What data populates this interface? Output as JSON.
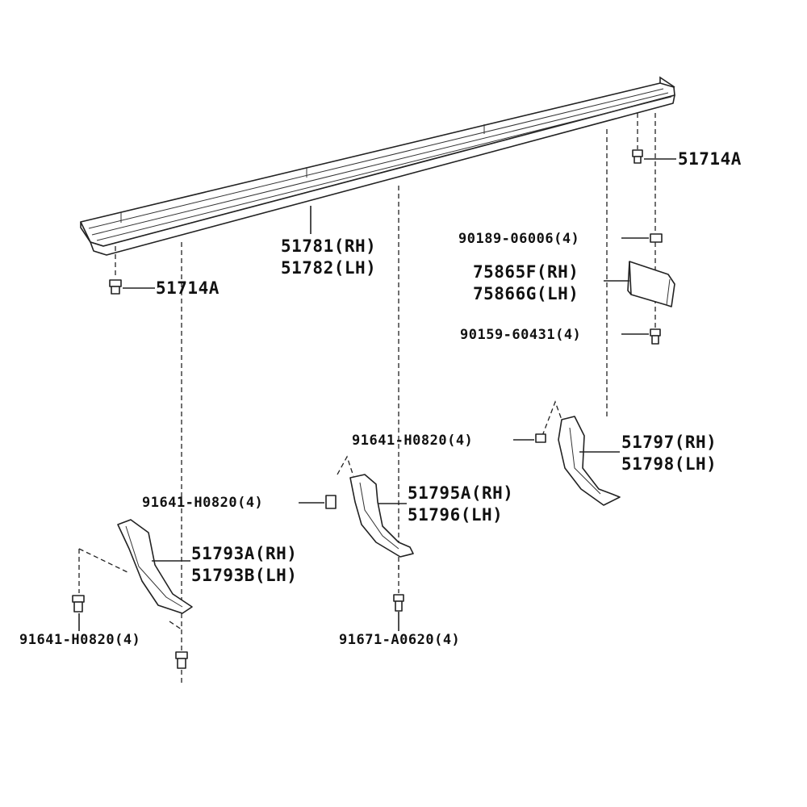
{
  "highlight_color": "#22ee22",
  "line_color": "#222222",
  "labels": {
    "bolt_top_right": "51714A",
    "bolt_left": "51714A",
    "rail_rh": "51781(RH)",
    "rail_lh": "51782(LH)",
    "nut_90189": "90189-06006(4)",
    "pad_rh": "75865F(RH)",
    "pad_lh": "75866G(LH)",
    "screw_90159": "90159-60431(4)",
    "bolt_91641_right": "91641-H0820(4)",
    "bracket_right_rh": "51797(RH)",
    "bracket_right_lh": "51798(LH)",
    "bolt_91641_mid": "91641-H0820(4)",
    "bracket_mid_rh": "51795A(RH)",
    "bracket_mid_lh": "51796(LH)",
    "bracket_left_rh": "51793A(RH)",
    "bracket_left_lh": "51793B(LH)",
    "bolt_91641_left": "91641-H0820(4)",
    "bolt_91671": "91671-A0620(4)"
  }
}
